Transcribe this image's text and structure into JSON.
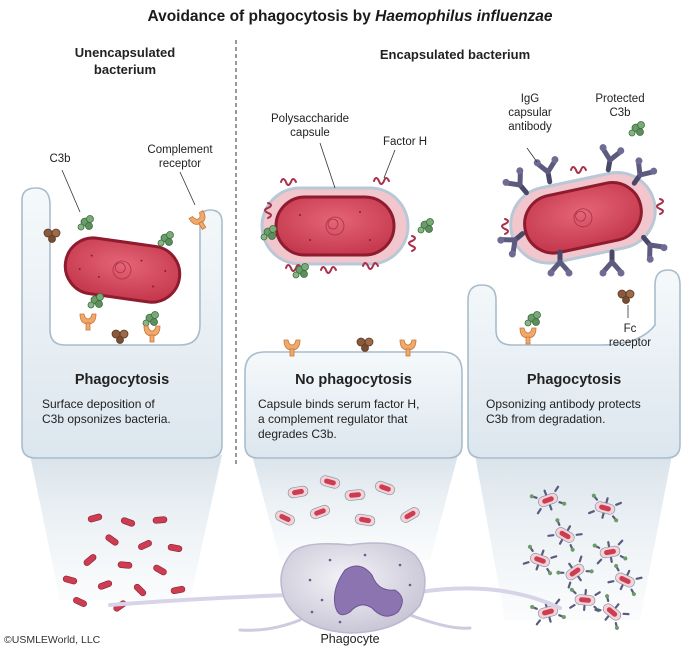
{
  "title": {
    "main": "Avoidance of phagocytosis by ",
    "italic": "Haemophilus influenzae"
  },
  "panels": {
    "left": {
      "heading_line1": "Unencapsulated",
      "heading_line2": "bacterium",
      "labels": {
        "c3b": "C3b",
        "complement_receptor_1": "Complement",
        "complement_receptor_2": "receptor"
      },
      "box_title": "Phagocytosis",
      "box_line1": "Surface deposition of",
      "box_line2": "C3b opsonizes bacteria."
    },
    "middle": {
      "heading": "Encapsulated bacterium",
      "labels": {
        "capsule_1": "Polysaccharide",
        "capsule_2": "capsule",
        "factor_h": "Factor H"
      },
      "box_title": "No phagocytosis",
      "box_line1": "Capsule binds serum factor H,",
      "box_line2": "a complement regulator that",
      "box_line3": "degrades C3b."
    },
    "right": {
      "labels": {
        "igg_1": "IgG",
        "igg_2": "capsular",
        "igg_3": "antibody",
        "protected_1": "Protected",
        "protected_2": "C3b",
        "fc_1": "Fc",
        "fc_2": "receptor"
      },
      "box_title": "Phagocytosis",
      "box_line1": "Opsonizing antibody protects",
      "box_line2": "C3b from degradation."
    }
  },
  "phagocyte_label": "Phagocyte",
  "copyright": "©USMLEWorld, LLC",
  "colors": {
    "bacterium": "#d24a5c",
    "bacterium_border": "#8e1b2e",
    "capsule": "#f1c6cc",
    "cell_fill": "#e4edf3",
    "cell_border": "#a9bccb",
    "c3b": "#5e8f5f",
    "receptor": "#f0a86b",
    "antibody": "#5c5a7e",
    "factor_h": "#a8304a"
  }
}
